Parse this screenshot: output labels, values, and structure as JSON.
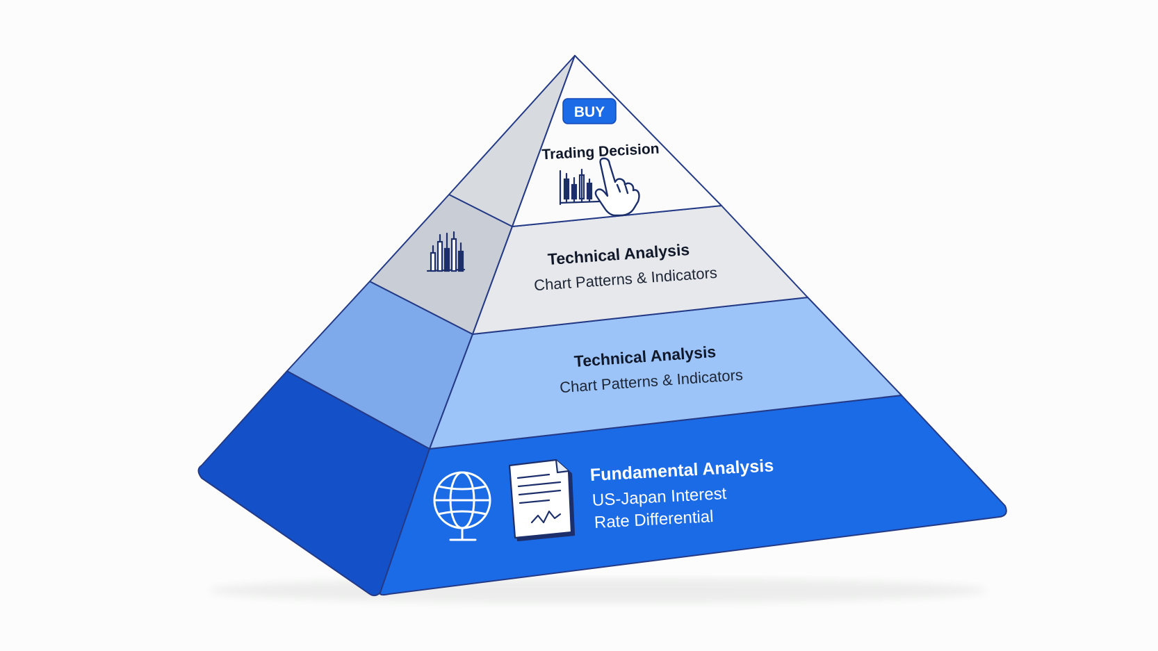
{
  "diagram": {
    "tiers": [
      {
        "id": "top",
        "title": "Trading Decision",
        "badge": "BUY",
        "icons": [
          "candlestick-chart-icon",
          "pointing-hand-cursor-icon"
        ]
      },
      {
        "id": "tier2",
        "title": "Technical Analysis",
        "subtitle": "Chart Patterns & Indicators",
        "icons": [
          "bar-chart-icon"
        ]
      },
      {
        "id": "tier3",
        "title": "Technical Analysis",
        "subtitle": "Chart Patterns & Indicators"
      },
      {
        "id": "base",
        "title": "Fundamental Analysis",
        "subtitle_line1": "US-Japan Interest",
        "subtitle_line2": "Rate Differential",
        "icons": [
          "globe-icon",
          "document-chart-icon"
        ]
      }
    ],
    "colors": {
      "base_front": "#1b6ae6",
      "base_side": "#1451c8",
      "tier3_front": "#9cc4f8",
      "tier3_side": "#7ea9ea",
      "tier2_front": "#e6e8eb",
      "tier2_side": "#c9ced6",
      "top_front": "#fbfbfb",
      "top_side": "#d7dbe0",
      "outline": "#243a86",
      "badge": "#1b6ae6",
      "icon_dark": "#1c2f6b"
    }
  }
}
